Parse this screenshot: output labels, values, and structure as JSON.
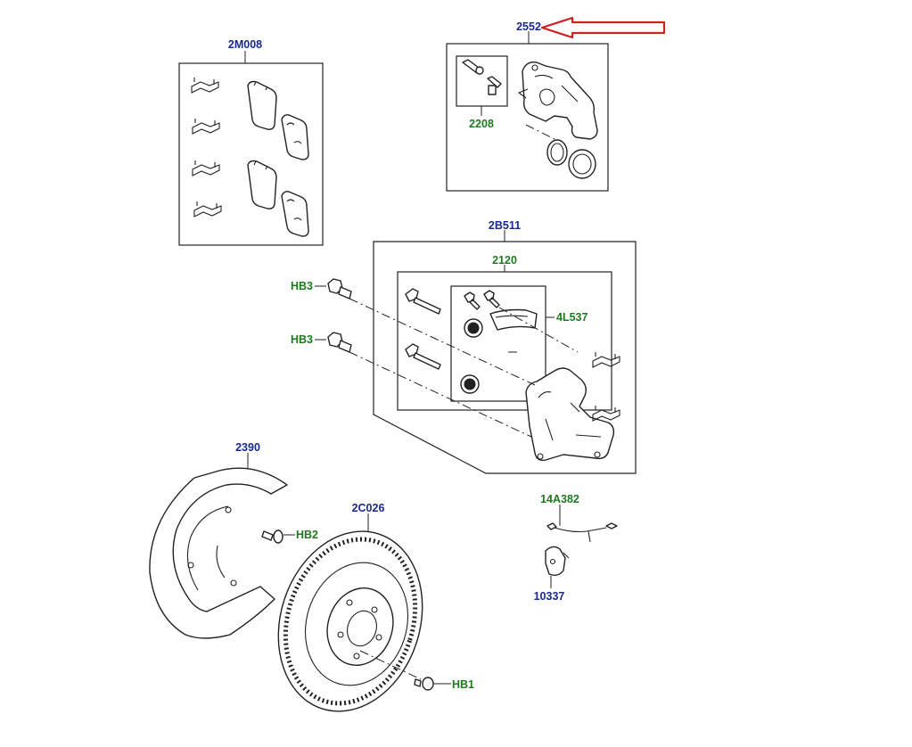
{
  "labels": {
    "caliper_assembly": "2552",
    "pad_kit": "2M008",
    "bleed_kit": "2208",
    "carrier_kit": "2B511",
    "guide_pin_kit": "2120",
    "clip_kit": "4L537",
    "bolt_hb3_upper": "HB3",
    "bolt_hb3_lower": "HB3",
    "shield": "2390",
    "bolt_hb2": "HB2",
    "disc": "2C026",
    "bolt_hb1": "HB1",
    "sensor": "14A382",
    "bracket": "10337"
  },
  "colors": {
    "blue_label": "#1a2a8c",
    "green_label": "#1f7a1f",
    "arrow_red": "#cc2222",
    "line": "#222222"
  }
}
